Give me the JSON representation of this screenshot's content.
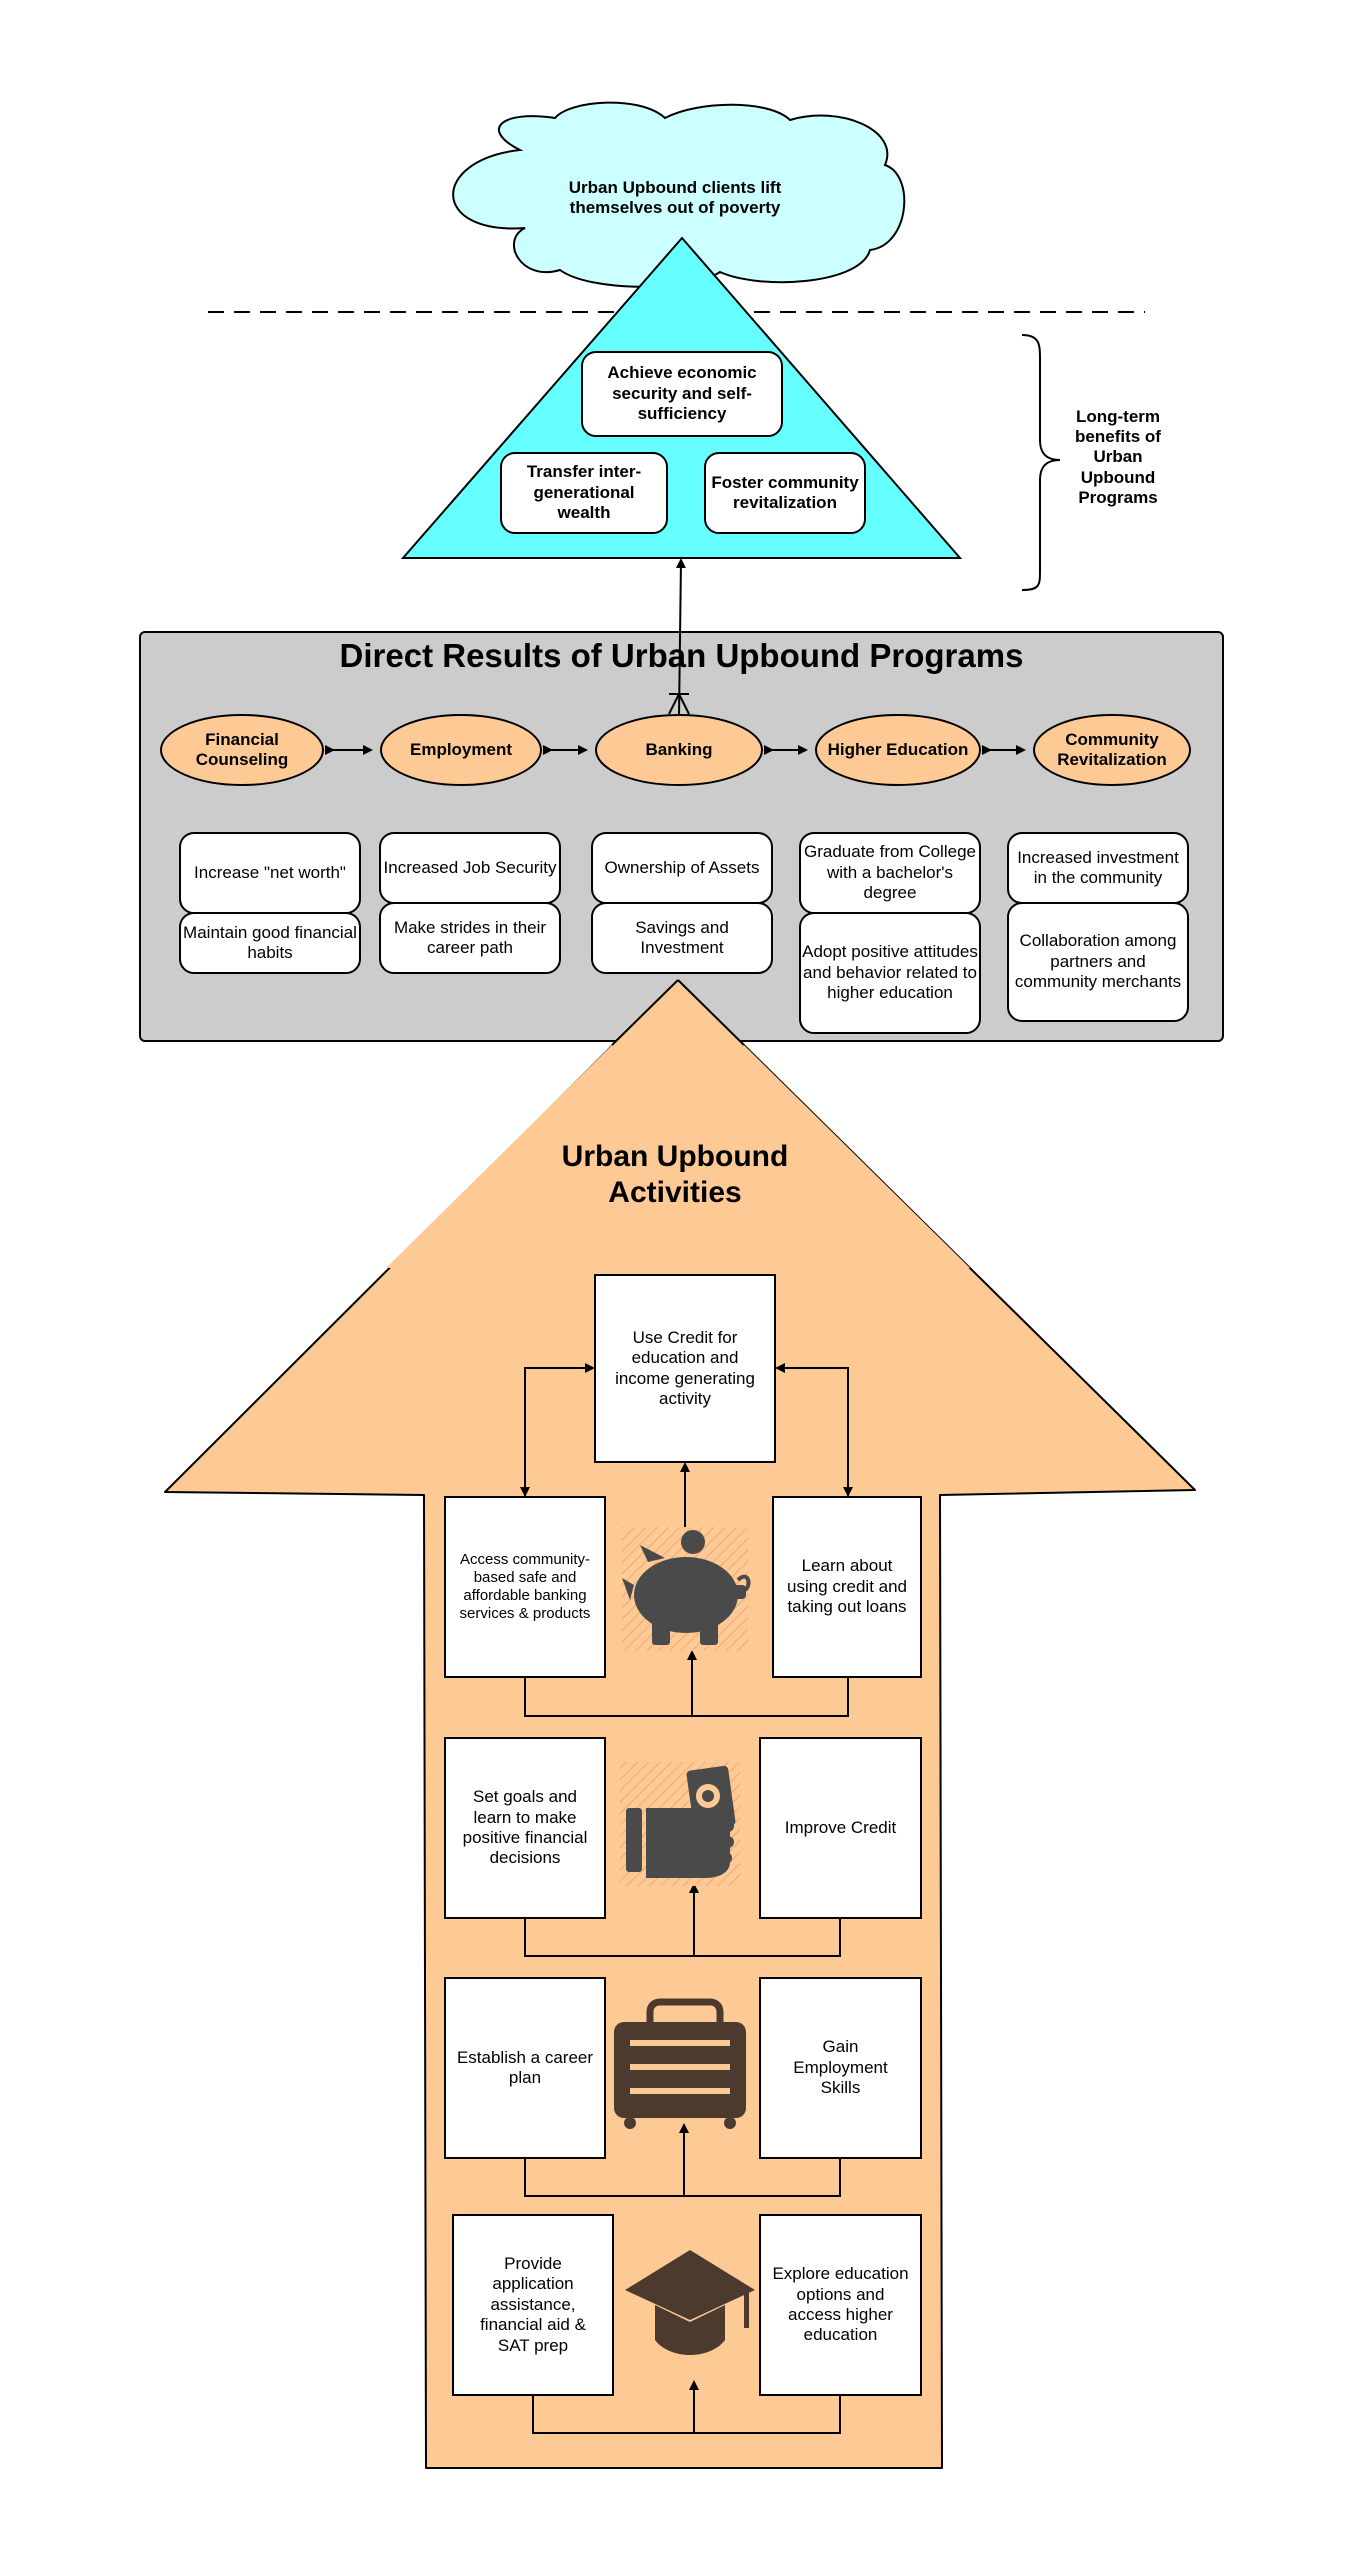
{
  "goal": {
    "text": "Urban Upbound clients lift themselves out of poverty"
  },
  "pyramid": {
    "items": [
      "Achieve economic security and self-sufficiency",
      "Transfer inter-generational wealth",
      "Foster community revitalization"
    ]
  },
  "brace_label": "Long-term benefits of Urban Upbound Programs",
  "results": {
    "title": "Direct Results of Urban Upbound Programs",
    "programs": [
      {
        "name": "Financial Counseling",
        "outcomes": [
          "Increase \"net worth\"",
          "Maintain good financial habits"
        ]
      },
      {
        "name": "Employment",
        "outcomes": [
          "Increased Job Security",
          "Make strides in their career path"
        ]
      },
      {
        "name": "Banking",
        "outcomes": [
          "Ownership of Assets",
          "Savings and Investment"
        ]
      },
      {
        "name": "Higher Education",
        "outcomes": [
          "Graduate from College with a bachelor's degree",
          "Adopt positive attitudes and behavior related to higher education"
        ]
      },
      {
        "name": "Community Revitalization",
        "outcomes": [
          "Increased investment in the community",
          "Collaboration among partners and community merchants"
        ]
      }
    ]
  },
  "activities": {
    "title": "Urban Upbound Activities",
    "top": "Use Credit for education and income generating activity",
    "rows": [
      {
        "left": "Access community-based safe and affordable banking services & products",
        "right": "Learn about using credit and taking out loans",
        "icon": "piggy-bank-icon"
      },
      {
        "left": "Set goals and learn to make positive financial decisions",
        "right": "Improve Credit",
        "icon": "hand-holding-money-icon"
      },
      {
        "left": "Establish a career plan",
        "right": "Gain Employment Skills",
        "icon": "briefcase-icon"
      },
      {
        "left": "Provide application assistance, financial aid & SAT prep",
        "right": "Explore education options and access higher education",
        "icon": "graduation-cap-icon"
      }
    ]
  },
  "colors": {
    "cloud": "#ccffff",
    "pyramid": "#66ffff",
    "results_panel": "#cccccc",
    "ellipse": "#fdca96",
    "arrow": "#fdca96",
    "icon": "#4a4a4a"
  }
}
